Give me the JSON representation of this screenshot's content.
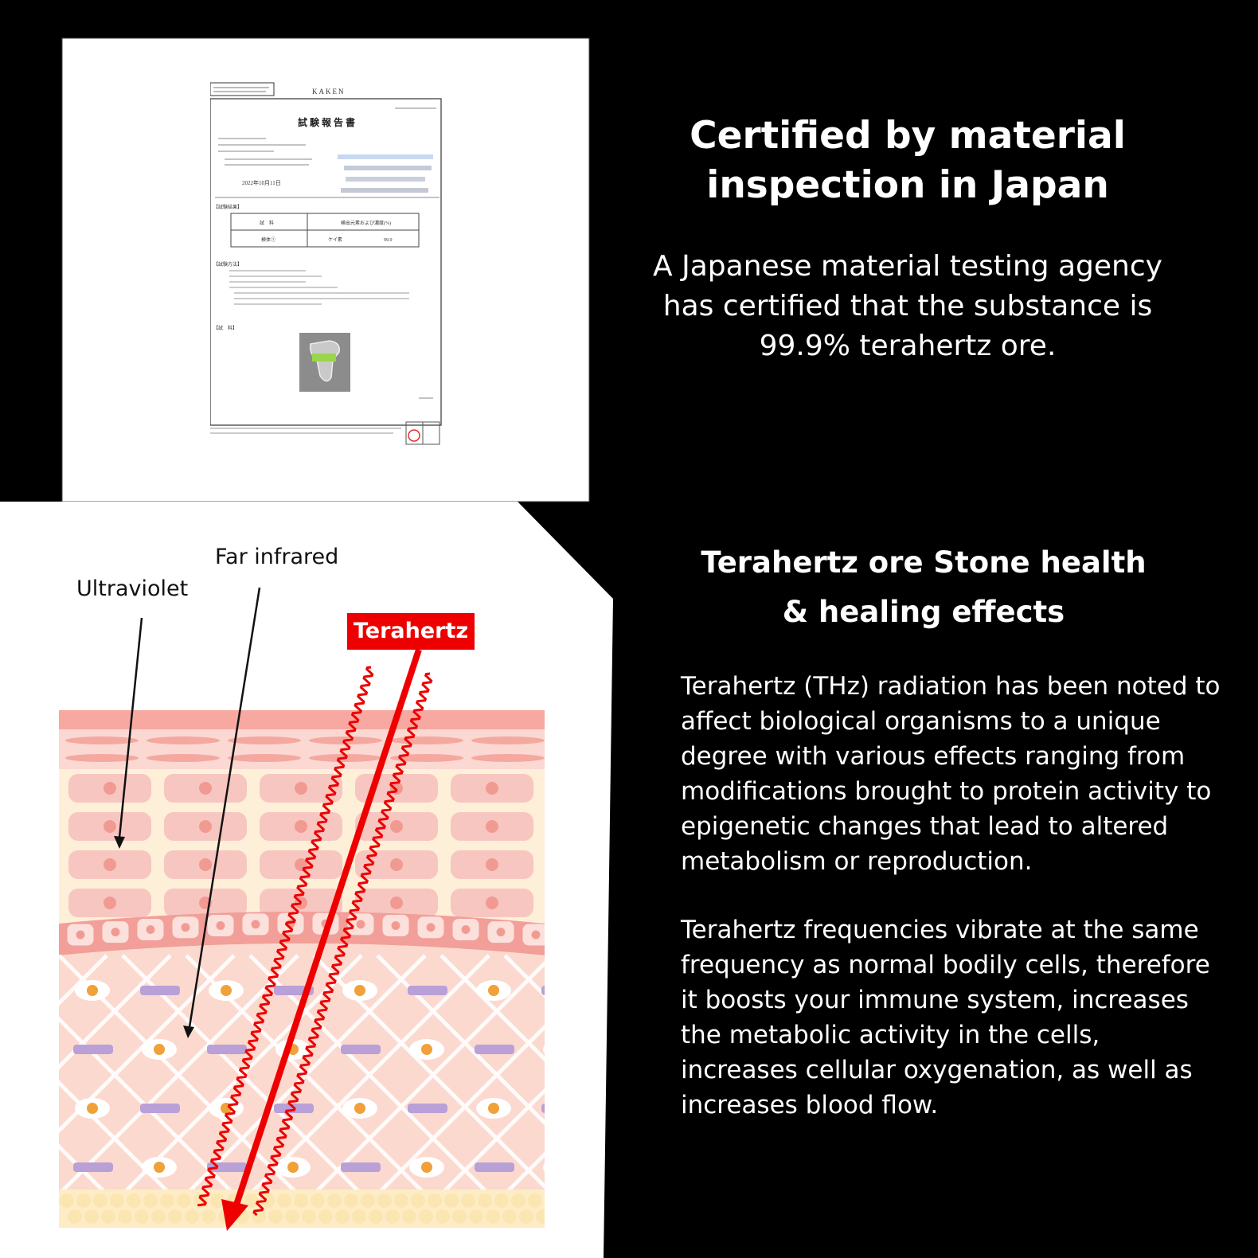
{
  "certificate_section": {
    "heading": "Certified by material inspection in Japan",
    "description": "A Japanese material testing agency has certified that the substance is 99.9% terahertz ore."
  },
  "report_document": {
    "brand": "KAKEN",
    "title": "試 験 報 告 書",
    "date": "2022年10月11日",
    "table_header_sample": "試　料",
    "table_header_result": "検出元素および濃度(%)",
    "table_row_sample": "検体①",
    "table_row_element": "ケイ素",
    "table_row_value": "99.9",
    "section_results": "【試験結果】",
    "section_method": "【試験方法】",
    "section_sample": "【試　料】"
  },
  "diagram": {
    "label_ultraviolet": "Ultraviolet",
    "label_far_infrared": "Far infrared",
    "label_terahertz": "Terahertz",
    "colors": {
      "epidermis_top": "#f7a8a0",
      "cell_fill": "#f7c6c1",
      "skin_background": "#fdefd8",
      "dermis": "#fbd6cc",
      "purple_mark": "#b9a0d6",
      "nucleus": "#f0a13a",
      "terahertz_red": "#ee0000"
    }
  },
  "effects_section": {
    "heading": "Terahertz ore Stone health & healing effects",
    "paragraph_1": "Terahertz (THz) radiation has been noted to affect biological organisms to a unique degree with various effects ranging from modifications brought to protein activity to epigenetic changes that lead to altered metabolism or reproduction.",
    "paragraph_2": "Terahertz frequencies vibrate at the same frequency as normal bodily cells, therefore it boosts your immune system, increases the metabolic activity in the cells, increases cellular oxygenation, as well as increases blood flow."
  }
}
